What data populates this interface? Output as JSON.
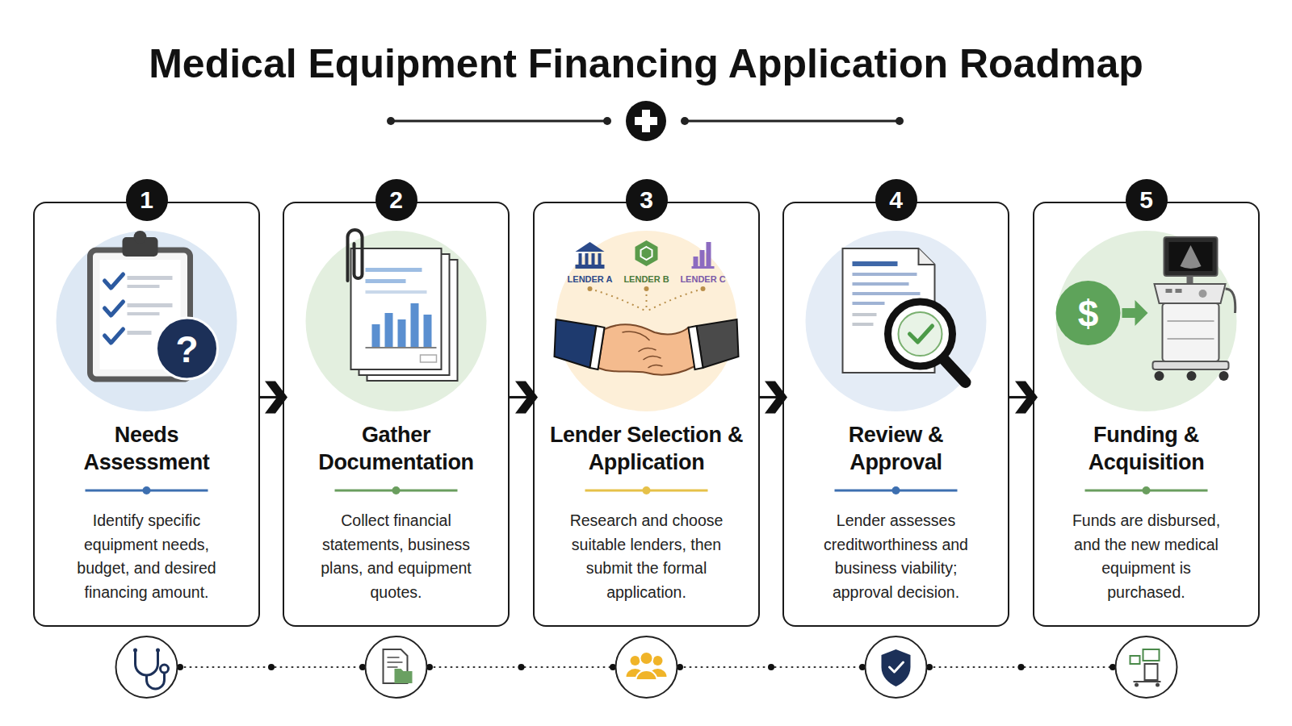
{
  "diagram": {
    "title": "Medical Equipment Financing Application Roadmap",
    "nodes": [
      {
        "text": [
          "Needs Assessment",
          "Identify specific equipment needs, budget, and desired financing amount."
        ]
      },
      {
        "text": [
          "1"
        ],
        "in": 0
      },
      {
        "text": [
          "Gather Documentation",
          "Collect financial statements, business plans, and equipment quotes."
        ]
      },
      {
        "text": [
          "2"
        ],
        "in": 2
      },
      {
        "text": [
          "Lender Selection & Application",
          "Research and choose suitable lenders, then submit the formal application."
        ]
      },
      {
        "text": [
          "3"
        ],
        "in": 4
      },
      {
        "text": [
          "Review & Approval",
          "Lender assesses creditworthiness and business viability; approval decision."
        ]
      },
      {
        "text": [
          "4"
        ],
        "in": 6
      },
      {
        "text": [
          "Funding & Acquisition",
          "Funds are disbursed, and the new medical equipment is purchased."
        ]
      },
      {
        "text": [
          "5"
        ],
        "in": 8
      }
    ],
    "edges": [
      {
        "from": 0,
        "to": 2,
        "arrow": "to"
      },
      {
        "from": 2,
        "to": 4,
        "arrow": "to"
      },
      {
        "from": 4,
        "to": 6,
        "arrow": "to"
      },
      {
        "from": 6,
        "to": 8,
        "arrow": "to"
      }
    ],
    "labels": [
      "?",
      "LENDER A",
      "LENDER B",
      "LENDER C",
      "$"
    ]
  }
}
